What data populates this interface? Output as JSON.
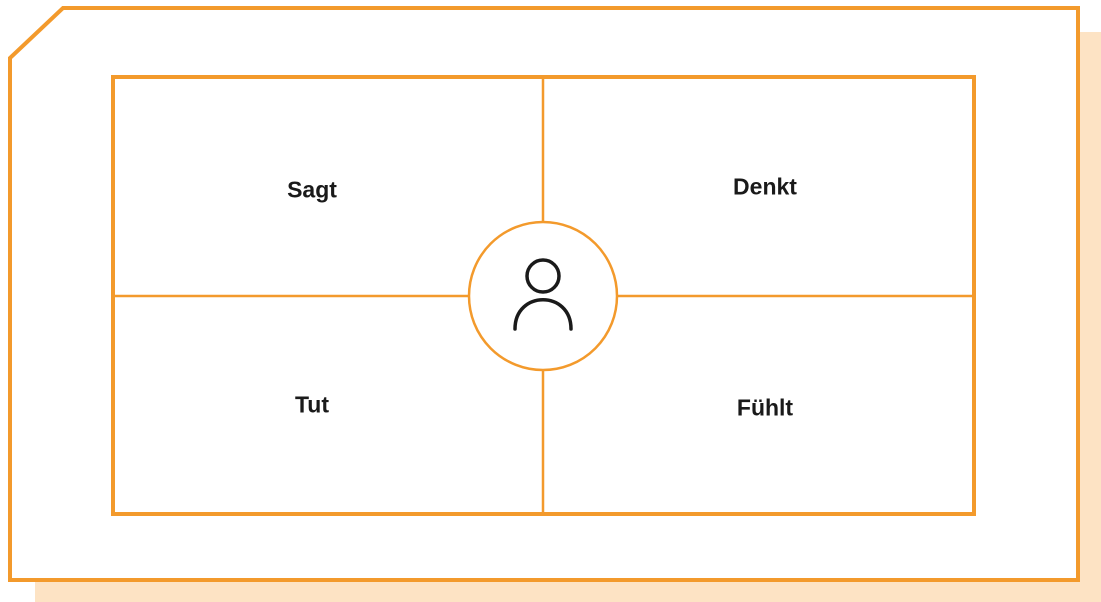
{
  "diagram": {
    "quadrants": {
      "top_left": "Sagt",
      "top_right": "Denkt",
      "bottom_left": "Tut",
      "bottom_right": "Fühlt"
    },
    "center_icon": "person-icon"
  },
  "colors": {
    "accent": "#f39a2c",
    "shadow": "#fde3c4",
    "background": "#ffffff",
    "text": "#1a1a1a",
    "icon": "#1a1a1a"
  }
}
